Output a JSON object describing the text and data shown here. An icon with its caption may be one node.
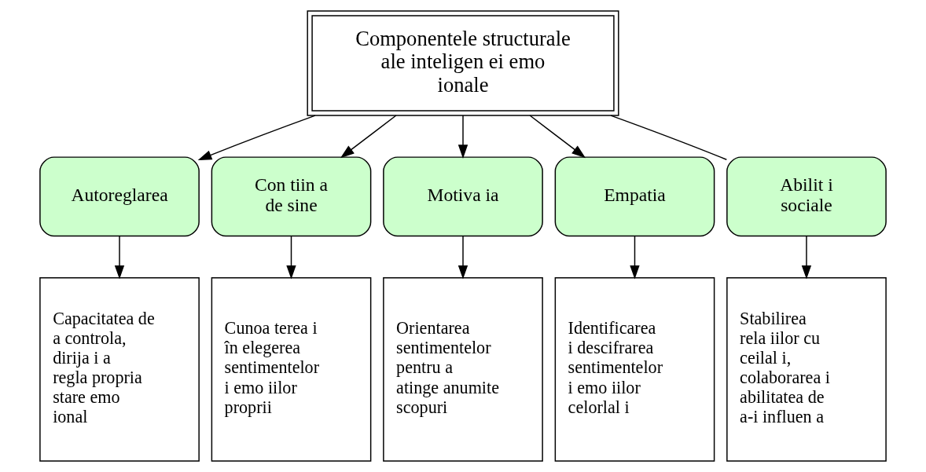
{
  "diagram": {
    "nodes": [
      {
        "text": [
          "Componentele structurale ale inteligen ei emo ionale"
        ]
      },
      {
        "text": [
          "Autoreglarea"
        ]
      },
      {
        "text": [
          "Con tiin a de sine"
        ]
      },
      {
        "text": [
          "Motiva ia"
        ]
      },
      {
        "text": [
          "Empatia"
        ]
      },
      {
        "text": [
          "Abilit i sociale"
        ]
      },
      {
        "text": [
          "Capacitatea de a controla, dirija i a regla propria stare emo ional"
        ]
      },
      {
        "text": [
          "Cunoa terea i în elegerea sentimentelor i emo iilor proprii"
        ]
      },
      {
        "text": [
          "Orientarea sentimentelor pentru a atinge anumite scopuri"
        ]
      },
      {
        "text": [
          "Identificarea i descifrarea sentimentelor i emo iilor celorlal i"
        ]
      },
      {
        "text": [
          "Stabilirea rela iilor cu ceilal i, colaborarea i abilitatea de a-i influen a"
        ]
      }
    ],
    "edges": [
      {
        "from": 0,
        "to": 1,
        "arrow": "to"
      },
      {
        "from": 0,
        "to": 2,
        "arrow": "to"
      },
      {
        "from": 0,
        "to": 3,
        "arrow": "to"
      },
      {
        "from": 0,
        "to": 4,
        "arrow": "to"
      },
      {
        "from": 0,
        "to": 5,
        "arrow": "none"
      },
      {
        "from": 1,
        "to": 6,
        "arrow": "to"
      },
      {
        "from": 2,
        "to": 7,
        "arrow": "to"
      },
      {
        "from": 3,
        "to": 8,
        "arrow": "to"
      },
      {
        "from": 4,
        "to": 9,
        "arrow": "to"
      },
      {
        "from": 5,
        "to": 10,
        "arrow": "to"
      }
    ]
  }
}
